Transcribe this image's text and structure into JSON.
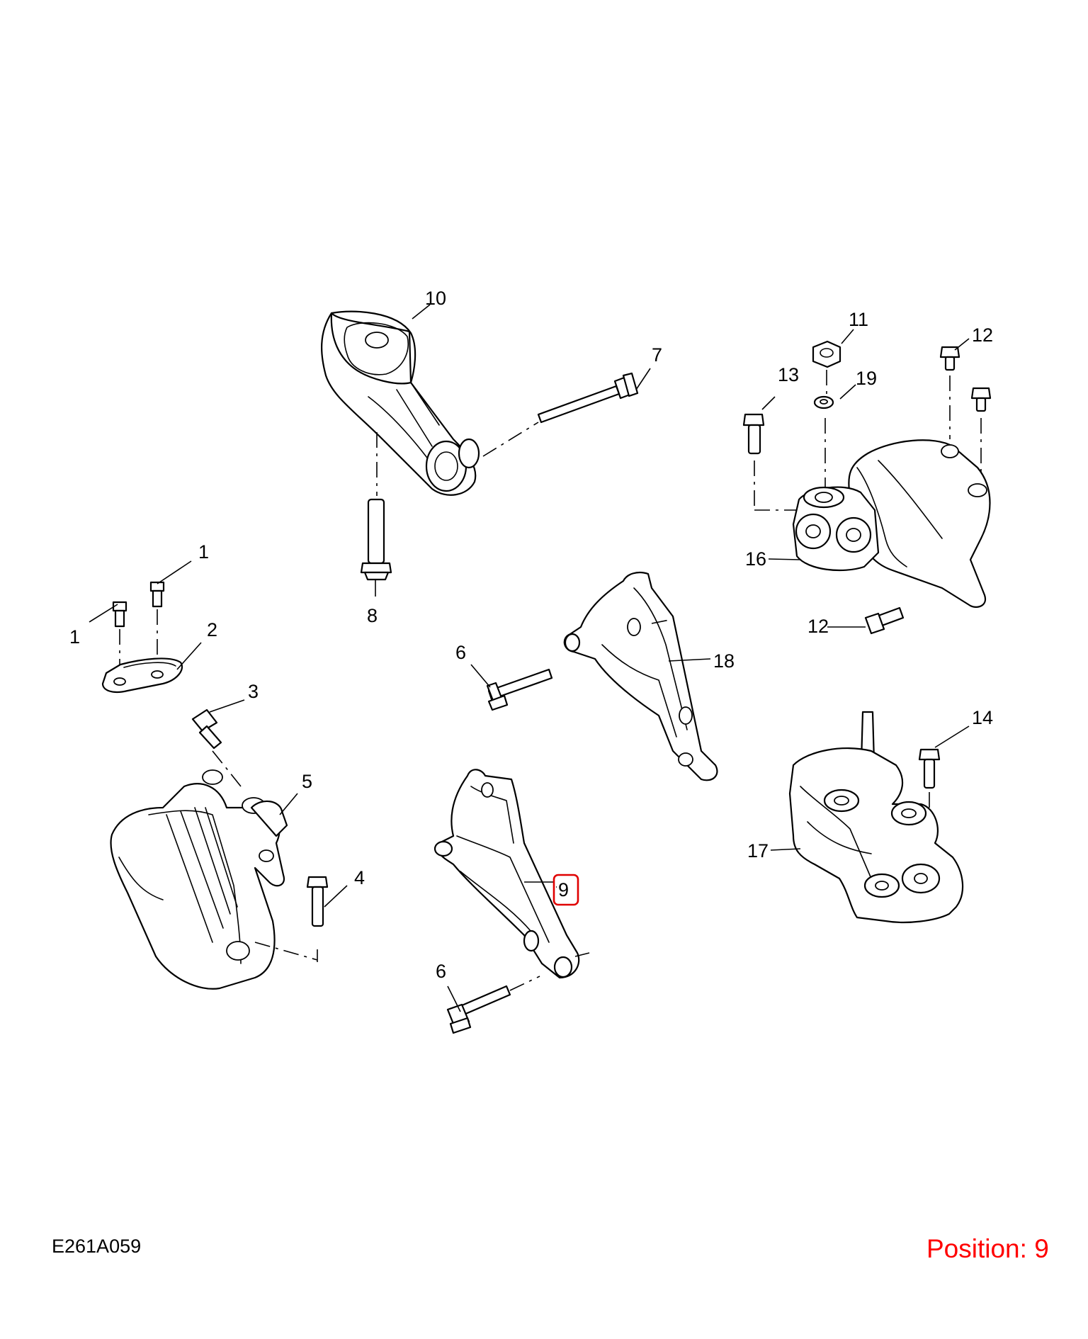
{
  "diagram_code": "E261A059",
  "position_text": "Position: 9",
  "highlight_color": "#e00000",
  "position_color": "#ff0000",
  "callouts": {
    "c1a": "1",
    "c1b": "1",
    "c2": "2",
    "c3": "3",
    "c4": "4",
    "c5": "5",
    "c6a": "6",
    "c6b": "6",
    "c7": "7",
    "c8": "8",
    "c9": "9",
    "c10": "10",
    "c11": "11",
    "c12a": "12",
    "c12b": "12",
    "c13": "13",
    "c14": "14",
    "c16": "16",
    "c17": "17",
    "c18": "18",
    "c19": "19"
  }
}
